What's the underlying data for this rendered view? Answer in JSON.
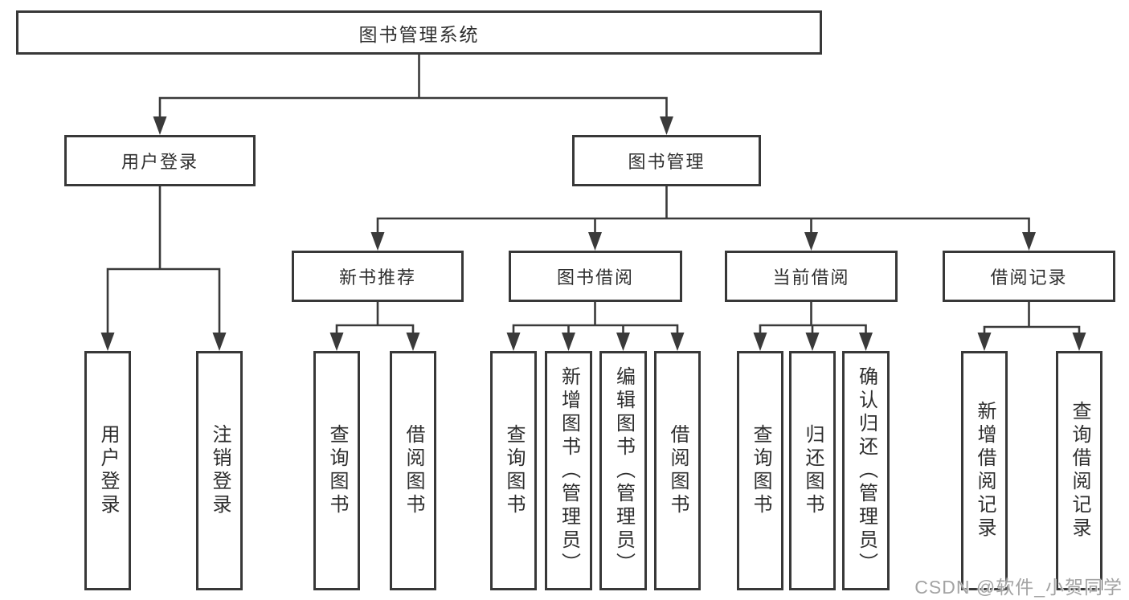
{
  "diagram": {
    "root": {
      "label": "图书管理系统",
      "children": [
        {
          "label": "用户登录",
          "children": [
            {
              "label": "用户登录"
            },
            {
              "label": "注销登录"
            }
          ]
        },
        {
          "label": "图书管理",
          "children": [
            {
              "label": "新书推荐",
              "children": [
                {
                  "label": "查询图书"
                },
                {
                  "label": "借阅图书"
                }
              ]
            },
            {
              "label": "图书借阅",
              "children": [
                {
                  "label": "查询图书"
                },
                {
                  "label": "新增图书（管理员）"
                },
                {
                  "label": "编辑图书（管理员）"
                },
                {
                  "label": "借阅图书"
                }
              ]
            },
            {
              "label": "当前借阅",
              "children": [
                {
                  "label": "查询图书"
                },
                {
                  "label": "归还图书"
                },
                {
                  "label": "确认归还（管理员）"
                }
              ]
            },
            {
              "label": "借阅记录",
              "children": [
                {
                  "label": "新增借阅记录"
                },
                {
                  "label": "查询借阅记录"
                }
              ]
            }
          ]
        }
      ]
    }
  },
  "watermark": {
    "text": "CSDN @软件_小贺同学"
  },
  "palette": {
    "background": "#ffffff",
    "line": "#3a3a3a",
    "box_border": "#383838",
    "text": "#2e2e2e",
    "watermark_text": "#a3a3a3"
  }
}
